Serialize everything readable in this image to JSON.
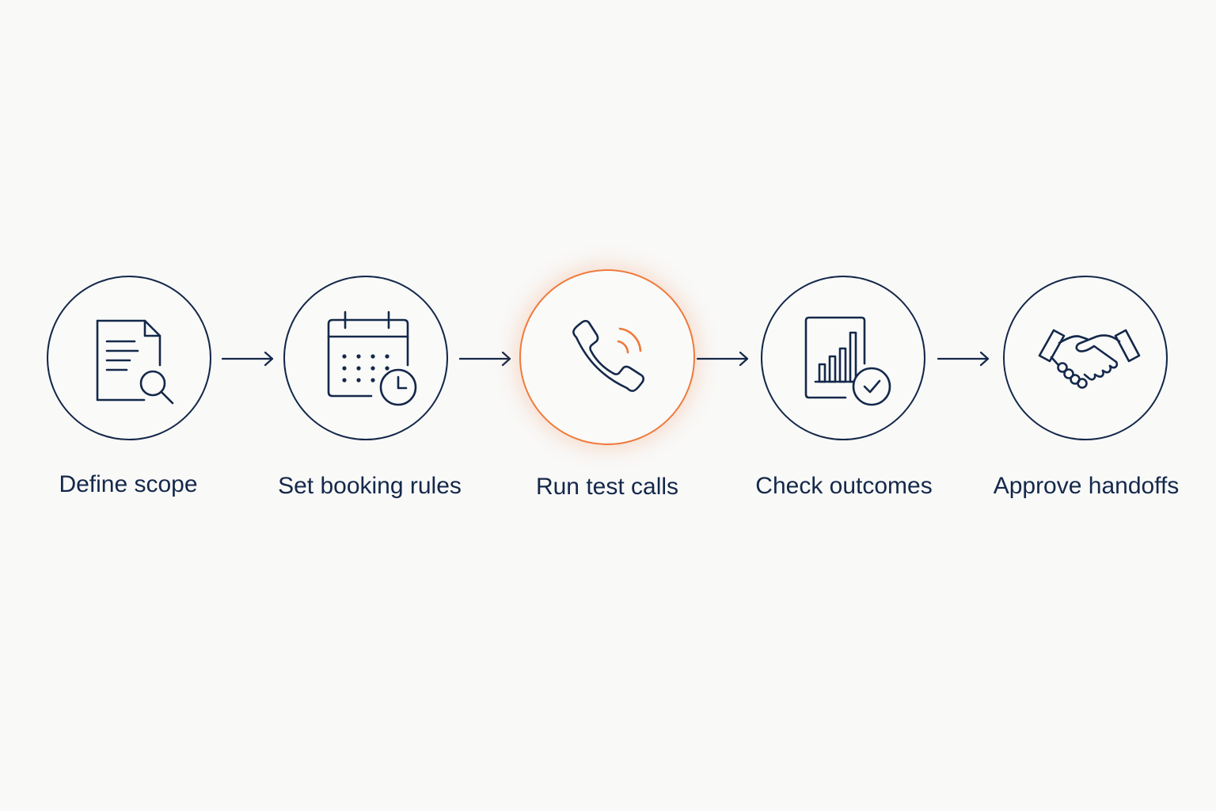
{
  "colors": {
    "stroke": "#14284a",
    "accent": "#f07a3a",
    "background": "#f9f9f8"
  },
  "steps": [
    {
      "label": "Define scope",
      "icon": "document-search-icon",
      "active": false
    },
    {
      "label": "Set booking rules",
      "icon": "calendar-clock-icon",
      "active": false
    },
    {
      "label": "Run test calls",
      "icon": "phone-call-icon",
      "active": true
    },
    {
      "label": "Check outcomes",
      "icon": "report-check-icon",
      "active": false
    },
    {
      "label": "Approve handoffs",
      "icon": "handshake-icon",
      "active": false
    }
  ],
  "connectors": [
    "arrow-right-icon",
    "arrow-right-icon",
    "arrow-right-icon",
    "arrow-right-icon"
  ]
}
